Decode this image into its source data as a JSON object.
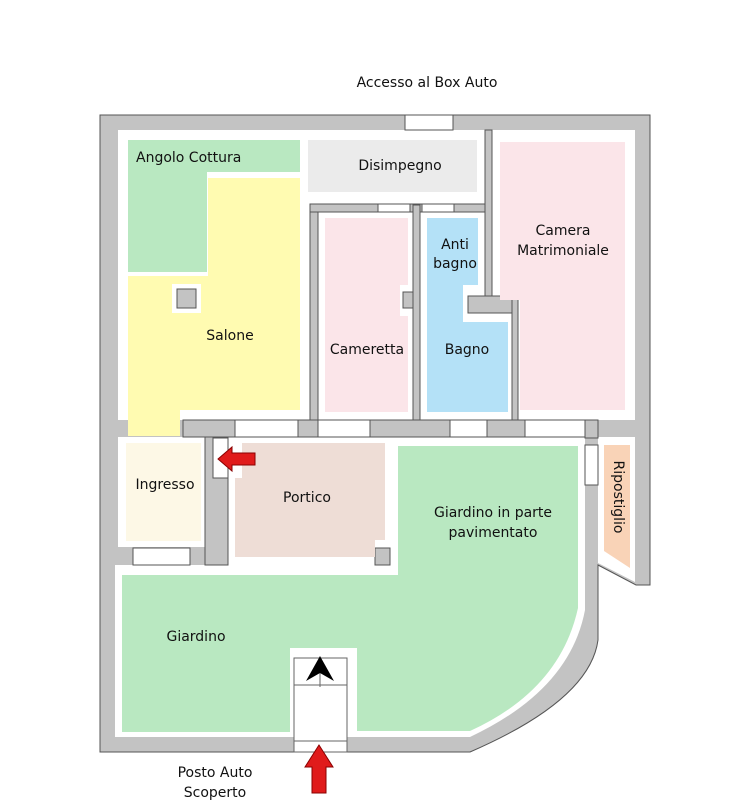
{
  "title": "Floor plan",
  "labels": {
    "box_access": "Accesso al Box Auto",
    "angolo_cottura": "Angolo Cottura",
    "disimpegno": "Disimpegno",
    "anti_bagno": [
      "Anti",
      "bagno"
    ],
    "camera_matrimoniale": [
      "Camera",
      "Matrimoniale"
    ],
    "salone": "Salone",
    "cameretta": "Cameretta",
    "bagno": "Bagno",
    "ingresso": "Ingresso",
    "portico": "Portico",
    "giardino_pavimentato": [
      "Giardino in parte",
      "pavimentato"
    ],
    "ripostiglio": "Ripostiglio",
    "giardino": "Giardino",
    "posto_auto": [
      "Posto Auto",
      "Scoperto"
    ]
  },
  "colors": {
    "wall": "#c3c3c3",
    "garden": "#b9e8c1",
    "salone": "#fffbb1",
    "disimpegno": "#ebebeb",
    "bedroom": "#fbe5e9",
    "bagno": "#b4e1f7",
    "ingresso": "#fdf8e6",
    "portico": "#eeddd6",
    "ripostiglio": "#f9d3b7",
    "arrow": "#e01b1b"
  },
  "icons": [
    "entrance-arrow-left-icon",
    "entrance-arrow-up-icon",
    "stairs-direction-arrow-icon"
  ]
}
